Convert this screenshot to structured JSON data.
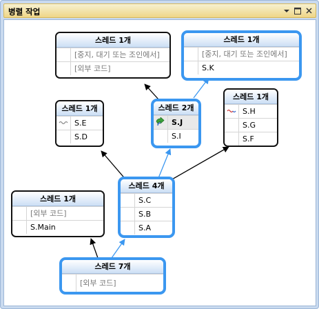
{
  "window": {
    "title": "병렬 작업",
    "icons": [
      "dropdown-icon",
      "maximize-icon",
      "close-icon"
    ]
  },
  "colors": {
    "selected_border": "#3b97f0",
    "arrow_black": "#000000",
    "arrow_blue": "#3b97f0",
    "header_gradient_bottom": "#ccdff5"
  },
  "nodes": {
    "top_left": {
      "header": "스레드 1개",
      "rows": [
        "[중지, 대기 또는 조인에서]",
        "[외부 코드]"
      ]
    },
    "top_right": {
      "header": "스레드 1개",
      "rows": [
        "[중지, 대기 또는 조인에서]",
        "S.K"
      ]
    },
    "mid_left": {
      "header": "스레드 1개",
      "rows": [
        "S.E",
        "S.D"
      ]
    },
    "mid_center": {
      "header": "스레드 2개",
      "rows": [
        "S.J",
        "S.I"
      ]
    },
    "mid_right": {
      "header": "스레드 1개",
      "rows": [
        "S.H",
        "S.G",
        "S.F"
      ]
    },
    "center": {
      "header": "스레드 4개",
      "rows": [
        "S.C",
        "S.B",
        "S.A"
      ]
    },
    "low_left": {
      "header": "스레드 1개",
      "rows": [
        "[외부 코드]",
        "S.Main"
      ]
    },
    "bottom": {
      "header": "스레드 7개",
      "rows": [
        "[외부 코드]"
      ]
    }
  },
  "row_icons": {
    "mid_left_0": "wave-gray-icon",
    "mid_center_0": "current-thread-arrow-icon",
    "mid_right_0": "wave-red-icon"
  }
}
